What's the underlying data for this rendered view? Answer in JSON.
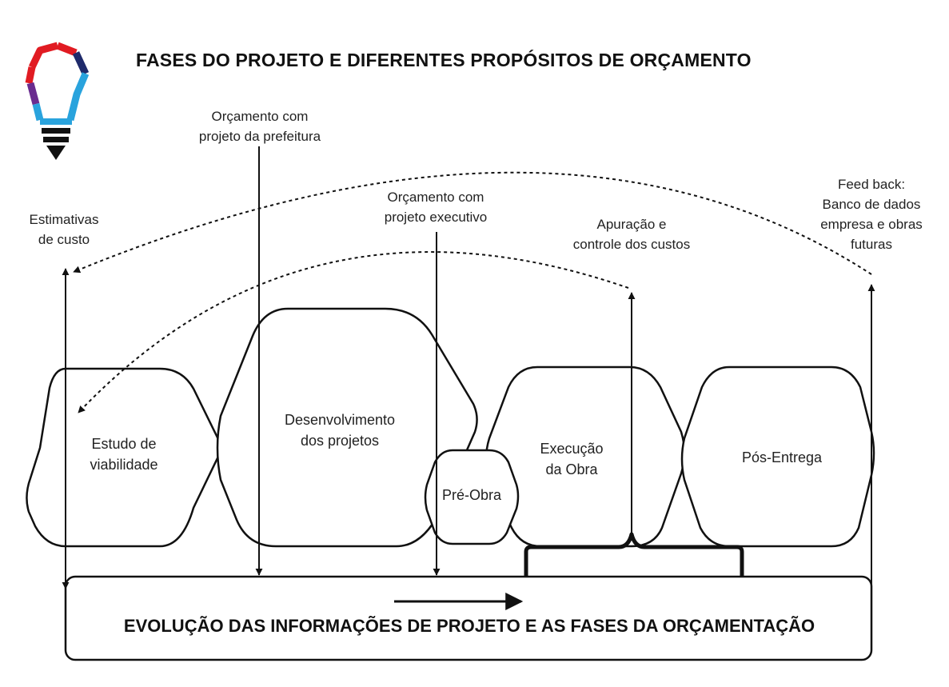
{
  "header": {
    "title": "FASES DO PROJETO E DIFERENTES PROPÓSITOS DE ORÇAMENTO",
    "logo_icon": "lightbulb-icon"
  },
  "phases": {
    "estudo": [
      "Estudo de",
      "viabilidade"
    ],
    "desenvolvimento": [
      "Desenvolvimento",
      "dos projetos"
    ],
    "pre_obra": [
      "Pré-Obra"
    ],
    "execucao": [
      "Execução",
      "da Obra"
    ],
    "pos_entrega": [
      "Pós-Entrega"
    ]
  },
  "annotations": {
    "estimativas": [
      "Estimativas",
      "de custo"
    ],
    "orc_prefeitura": [
      "Orçamento com",
      "projeto da prefeitura"
    ],
    "orc_executivo": [
      "Orçamento com",
      "projeto executivo"
    ],
    "apuracao": [
      "Apuração e",
      "controle dos custos"
    ],
    "feedback": [
      "Feed back:",
      "Banco de dados",
      "empresa e obras",
      "futuras"
    ]
  },
  "footer": {
    "text": "EVOLUÇÃO DAS INFORMAÇÕES DE PROJETO E AS FASES DA ORÇAMENTAÇÃO"
  },
  "colors": {
    "stroke": "#111111",
    "logo_red": "#e11b22",
    "logo_blue": "#29a3dd",
    "logo_navy": "#1f2a6b",
    "logo_purple": "#6a2c8f"
  }
}
